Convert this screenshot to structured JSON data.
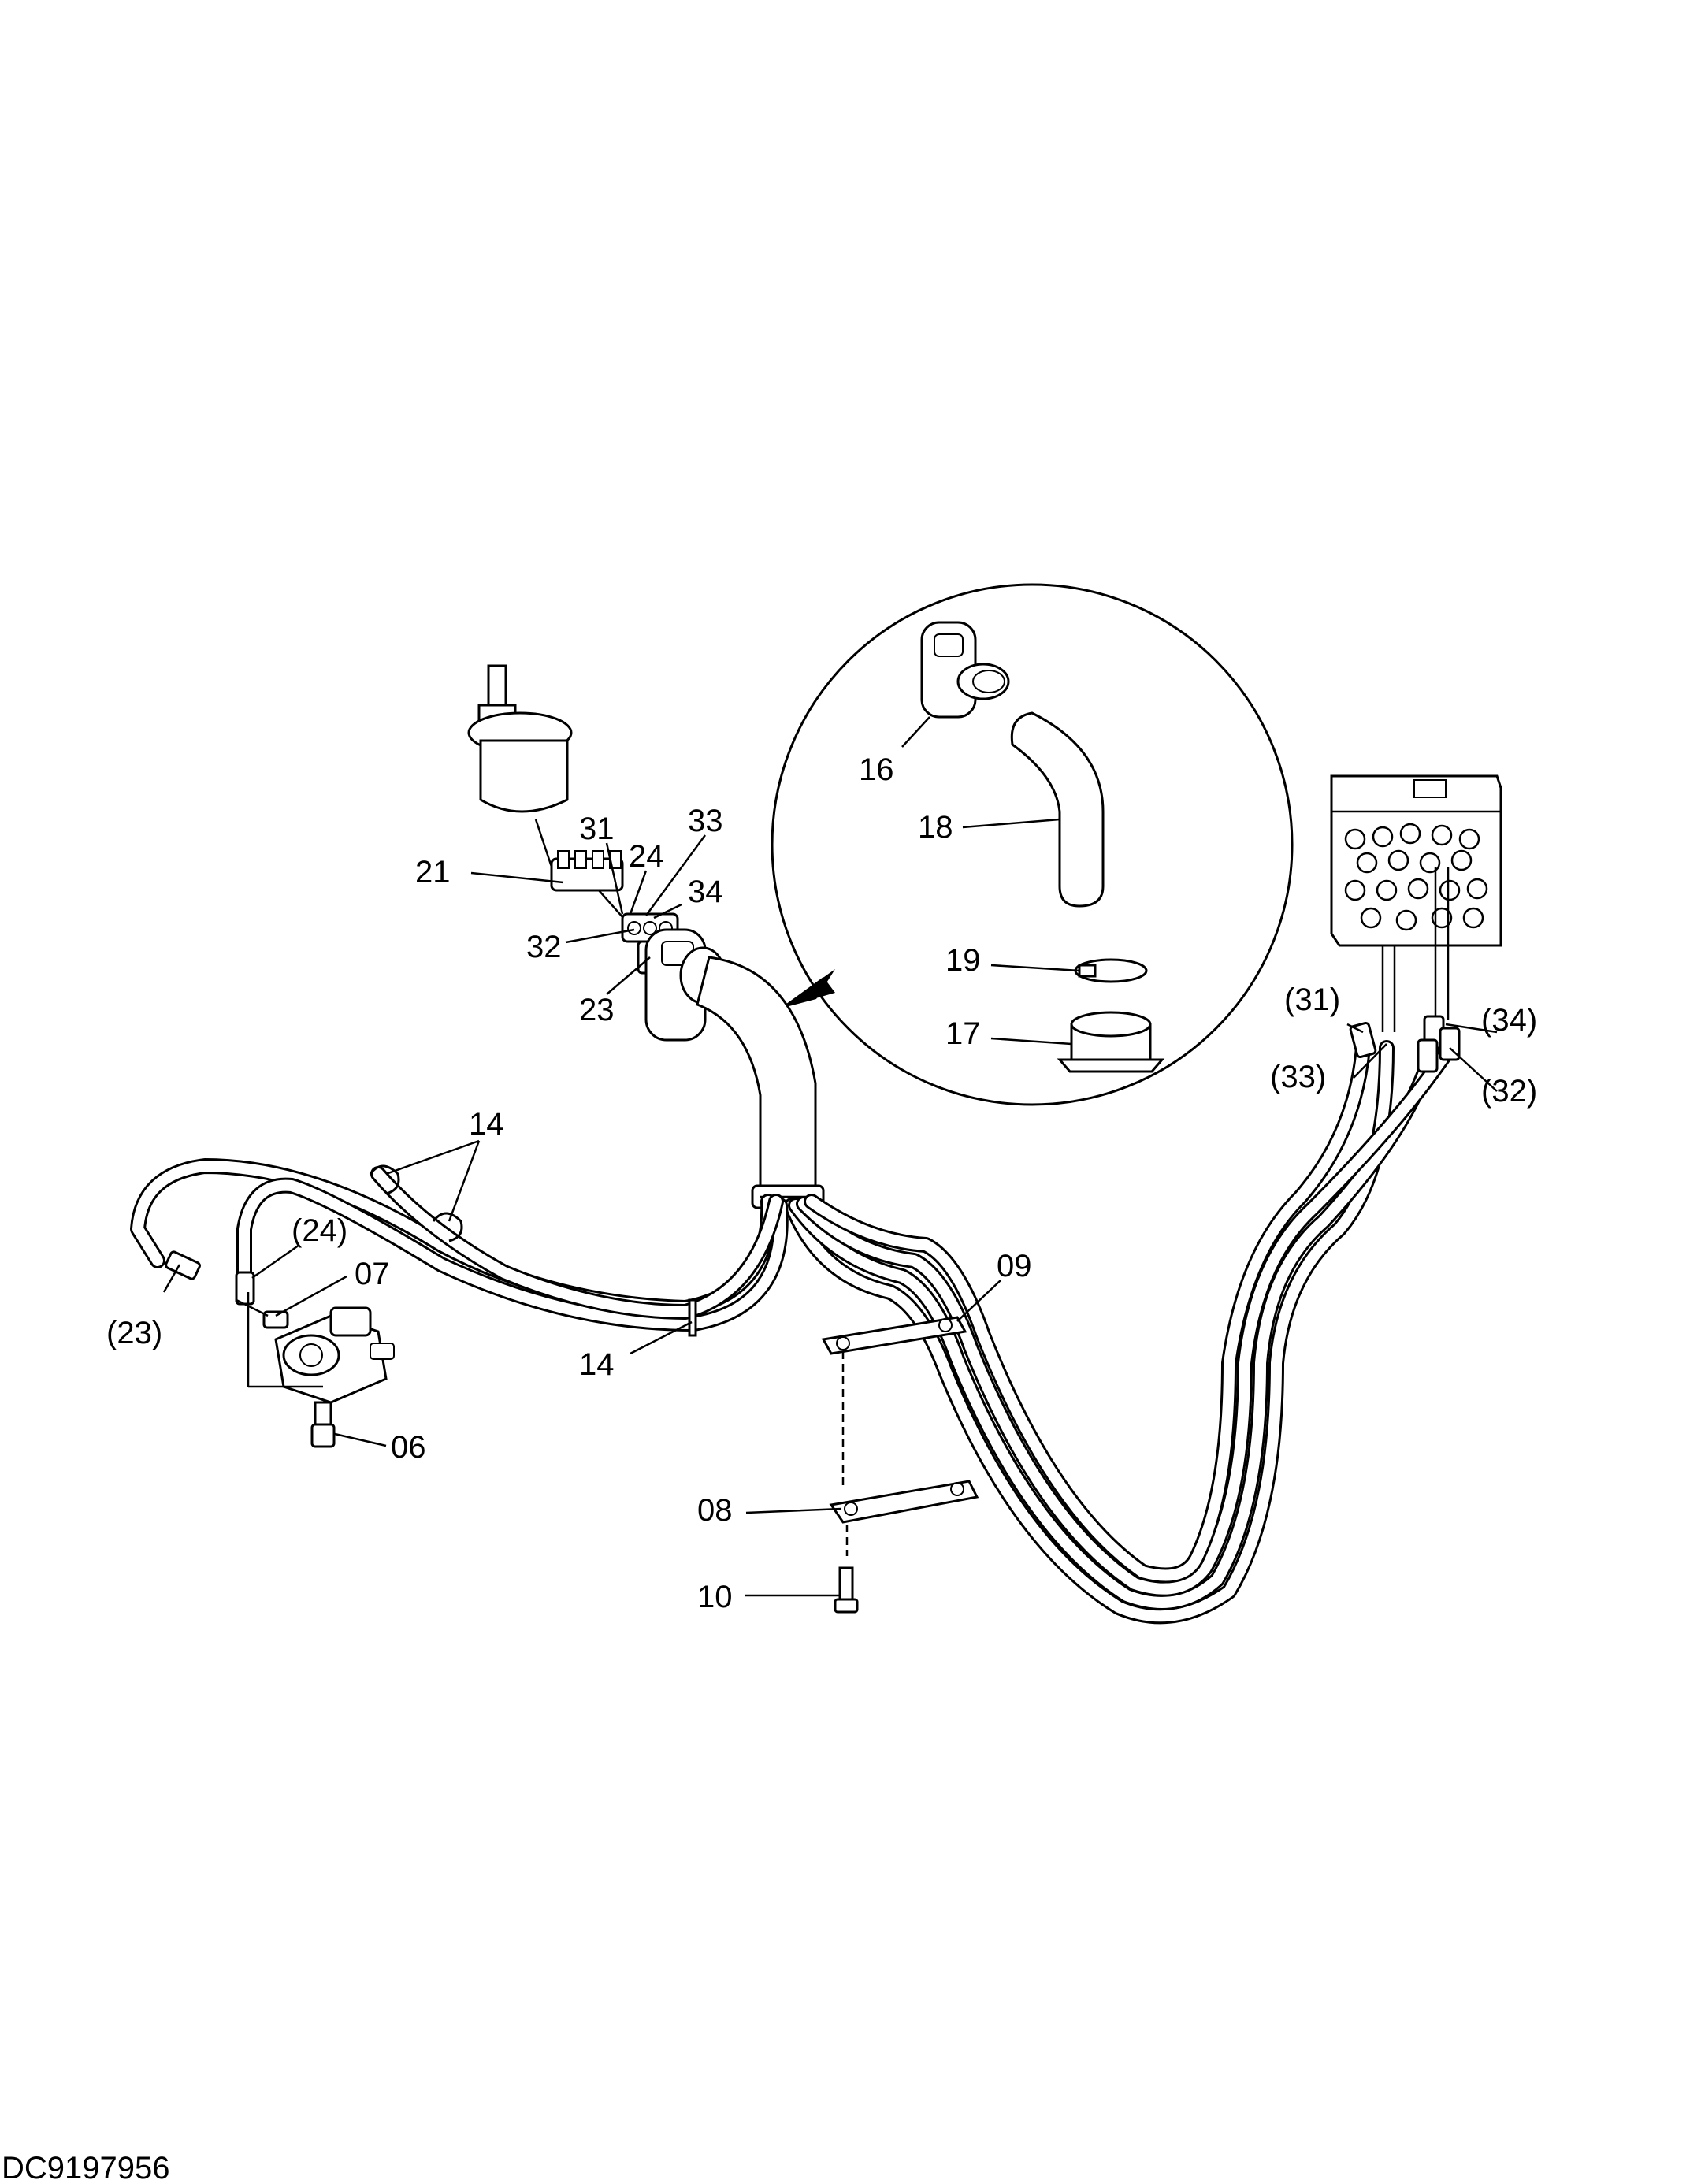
{
  "drawing_code": "DC9197956",
  "callouts": {
    "c21": "21",
    "c31": "31",
    "c24": "24",
    "c33": "33",
    "c34": "34",
    "c32": "32",
    "c23": "23",
    "c14a": "14",
    "c14b": "14",
    "c24p": "(24)",
    "c23p": "(23)",
    "c07": "07",
    "c06": "06",
    "c09": "09",
    "c08": "08",
    "c10": "10",
    "c16": "16",
    "c18": "18",
    "c19": "19",
    "c17": "17",
    "c31p": "(31)",
    "c34p": "(34)",
    "c33p": "(33)",
    "c32p": "(32)"
  }
}
